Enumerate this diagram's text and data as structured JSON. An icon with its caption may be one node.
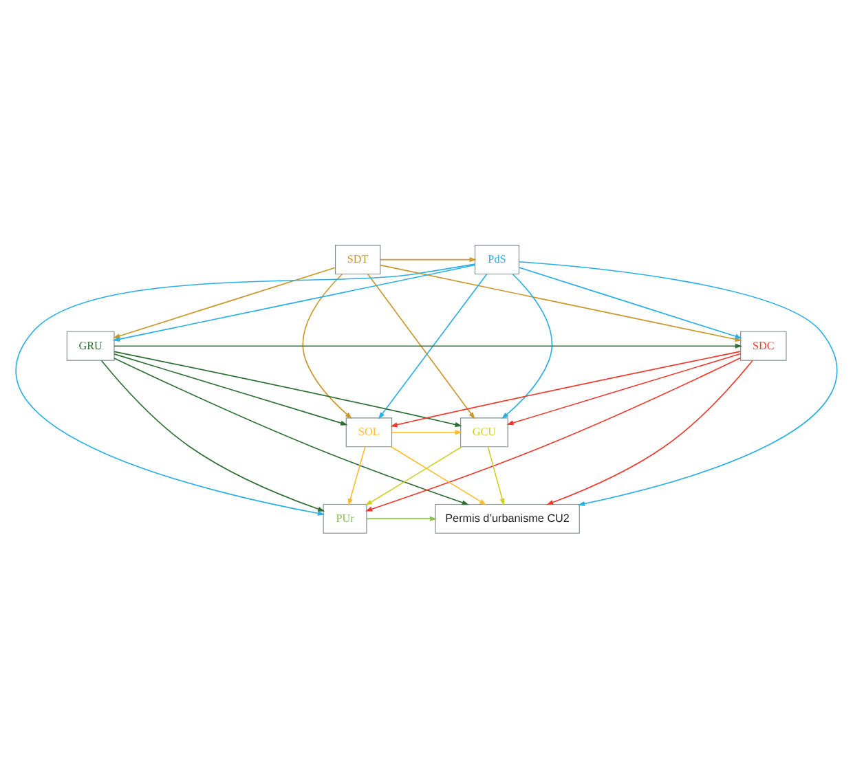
{
  "diagram": {
    "nodes": [
      {
        "text": [
          "SDT"
        ]
      },
      {
        "text": [
          "PdS"
        ]
      },
      {
        "text": [
          "GRU"
        ]
      },
      {
        "text": [
          "SDC"
        ]
      },
      {
        "text": [
          "GCU"
        ]
      },
      {
        "text": [
          "SOL"
        ]
      },
      {
        "text": [
          "PUr"
        ]
      },
      {
        "text": [
          "Permis d’urbanisme CU2"
        ]
      }
    ],
    "edges": [
      {
        "from": 0,
        "to": 1,
        "arrow": "to",
        "color": "#c9972b"
      },
      {
        "from": 0,
        "to": 2,
        "arrow": "to",
        "color": "#c9972b"
      },
      {
        "from": 0,
        "to": 4,
        "arrow": "to",
        "color": "#c9972b"
      },
      {
        "from": 0,
        "to": 3,
        "arrow": "to",
        "color": "#c9972b"
      },
      {
        "from": 0,
        "to": 5,
        "arrow": "to",
        "color": "#c9972b"
      },
      {
        "from": 1,
        "to": 2,
        "arrow": "to",
        "color": "#2aaee4"
      },
      {
        "from": 1,
        "to": 3,
        "arrow": "to",
        "color": "#2aaee4"
      },
      {
        "from": 1,
        "to": 4,
        "arrow": "to",
        "color": "#2aaee4"
      },
      {
        "from": 1,
        "to": 5,
        "arrow": "to",
        "color": "#2aaee4"
      },
      {
        "from": 1,
        "to": 6,
        "arrow": "to",
        "color": "#2aaee4"
      },
      {
        "from": 1,
        "to": 7,
        "arrow": "to",
        "color": "#2aaee4"
      },
      {
        "from": 2,
        "to": 3,
        "arrow": "to",
        "color": "#2e6e34"
      },
      {
        "from": 2,
        "to": 4,
        "arrow": "to",
        "color": "#2e6e34"
      },
      {
        "from": 2,
        "to": 5,
        "arrow": "to",
        "color": "#2e6e34"
      },
      {
        "from": 2,
        "to": 6,
        "arrow": "to",
        "color": "#2e6e34"
      },
      {
        "from": 2,
        "to": 7,
        "arrow": "to",
        "color": "#2e6e34"
      },
      {
        "from": 3,
        "to": 4,
        "arrow": "to",
        "color": "#ee3a2e"
      },
      {
        "from": 3,
        "to": 5,
        "arrow": "to",
        "color": "#ee3a2e"
      },
      {
        "from": 3,
        "to": 6,
        "arrow": "to",
        "color": "#ee3a2e"
      },
      {
        "from": 3,
        "to": 7,
        "arrow": "to",
        "color": "#ee3a2e"
      },
      {
        "from": 5,
        "to": 4,
        "arrow": "to",
        "color": "#fdbb2e"
      },
      {
        "from": 5,
        "to": 6,
        "arrow": "to",
        "color": "#fdbb2e"
      },
      {
        "from": 5,
        "to": 7,
        "arrow": "to",
        "color": "#fdbb2e"
      },
      {
        "from": 4,
        "to": 6,
        "arrow": "to",
        "color": "#cfcf2a"
      },
      {
        "from": 4,
        "to": 7,
        "arrow": "to",
        "color": "#cfcf2a"
      },
      {
        "from": 6,
        "to": 7,
        "arrow": "to",
        "color": "#8cc152"
      }
    ]
  }
}
